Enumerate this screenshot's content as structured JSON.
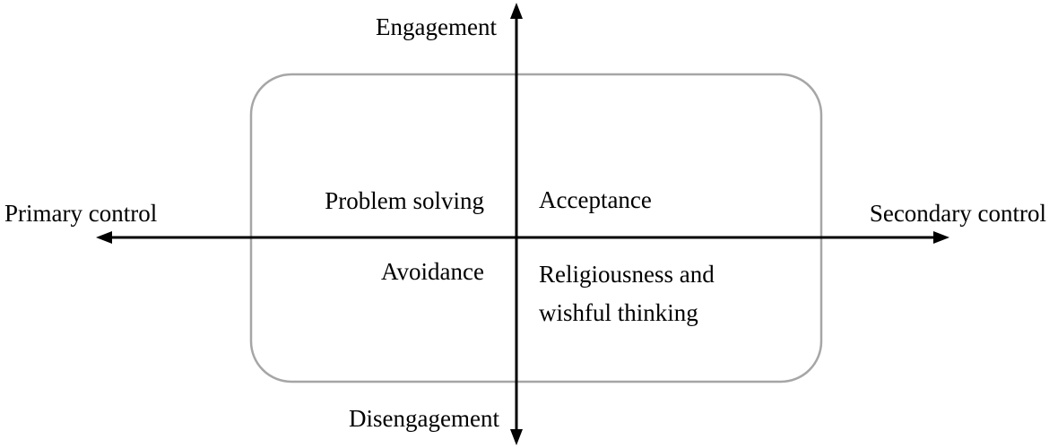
{
  "axes": {
    "vertical_top": "Engagement",
    "vertical_bottom": "Disengagement",
    "horizontal_left": "Primary control",
    "horizontal_right": "Secondary control"
  },
  "quadrants": {
    "top_left": "Problem solving",
    "top_right": "Acceptance",
    "bottom_left": "Avoidance",
    "bottom_right": "Religiousness and wishful thinking"
  },
  "colors": {
    "box_stroke": "#a6a6a6",
    "axis": "#000000",
    "text": "#000000",
    "background": "#ffffff"
  }
}
